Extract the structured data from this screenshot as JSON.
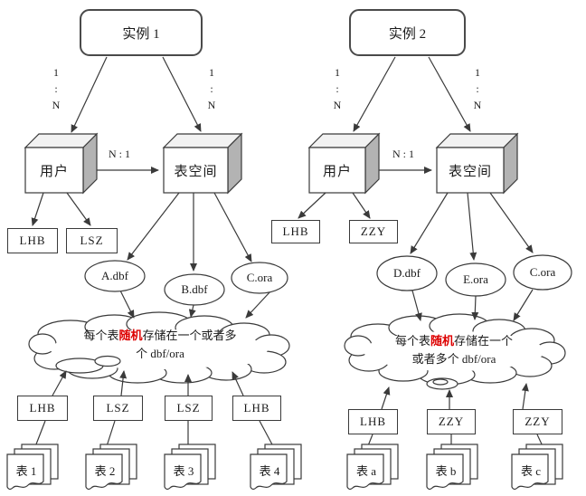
{
  "colors": {
    "line": "#3a3a3a",
    "red": "#dd0000",
    "box_top": "#f2f2f2",
    "box_side": "#b3b3b3"
  },
  "left": {
    "instance": "实例 1",
    "one_to_n": "1\n:\nN",
    "n_to_one": "N : 1",
    "user": "用户",
    "tablespace": "表空间",
    "schemas": [
      "LHB",
      "LSZ"
    ],
    "files": [
      "A.dbf",
      "B.dbf",
      "C.ora"
    ],
    "cloud": {
      "pre": "每个表",
      "red": "随机",
      "post": "存储在一个或者多",
      "line2": "个 dbf/ora"
    },
    "owners": [
      "LHB",
      "LSZ",
      "LSZ",
      "LHB"
    ],
    "tables": [
      "表 1",
      "表 2",
      "表 3",
      "表 4"
    ]
  },
  "right": {
    "instance": "实例 2",
    "one_to_n": "1\n:\nN",
    "n_to_one": "N : 1",
    "user": "用户",
    "tablespace": "表空间",
    "schemas": [
      "LHB",
      "ZZY"
    ],
    "files": [
      "D.dbf",
      "E.ora",
      "C.ora"
    ],
    "cloud": {
      "pre": "每个表",
      "red": "随机",
      "post": "存储在一个",
      "line2": "或者多个 dbf/ora"
    },
    "owners": [
      "LHB",
      "ZZY",
      "ZZY"
    ],
    "tables": [
      "表 a",
      "表 b",
      "表 c"
    ]
  }
}
